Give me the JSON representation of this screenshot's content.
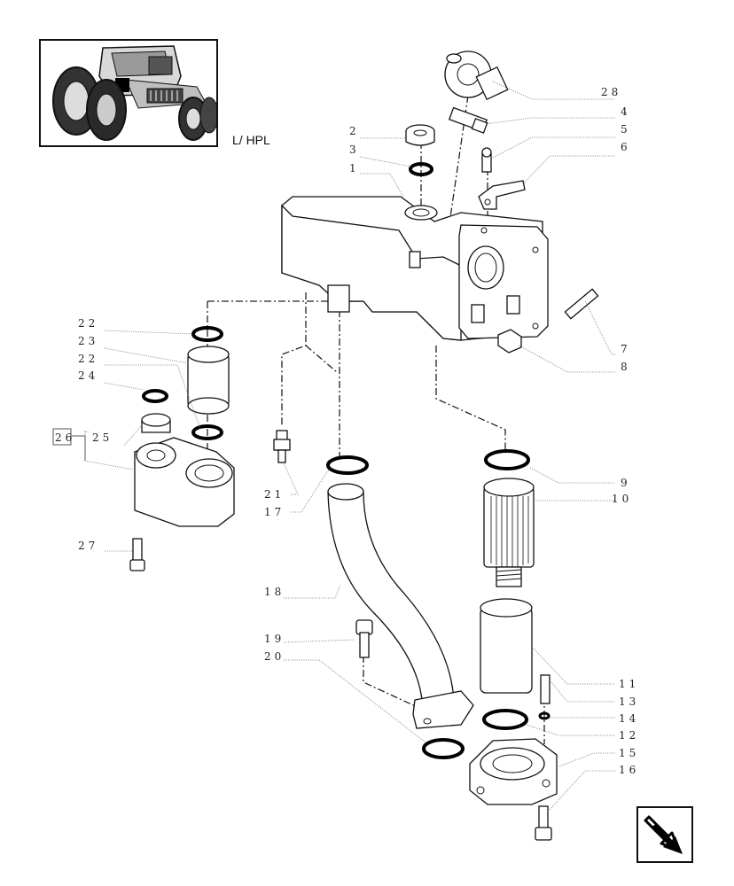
{
  "variant_label": "L/ HPL",
  "callouts": [
    "28",
    "4",
    "5",
    "6",
    "2",
    "3",
    "1",
    "7",
    "8",
    "22",
    "23",
    "22",
    "24",
    "26",
    "25",
    "21",
    "17",
    "9",
    "10",
    "27",
    "18",
    "19",
    "20",
    "11",
    "13",
    "14",
    "12",
    "15",
    "16"
  ],
  "nav_icon": "next-page-arrow-icon"
}
